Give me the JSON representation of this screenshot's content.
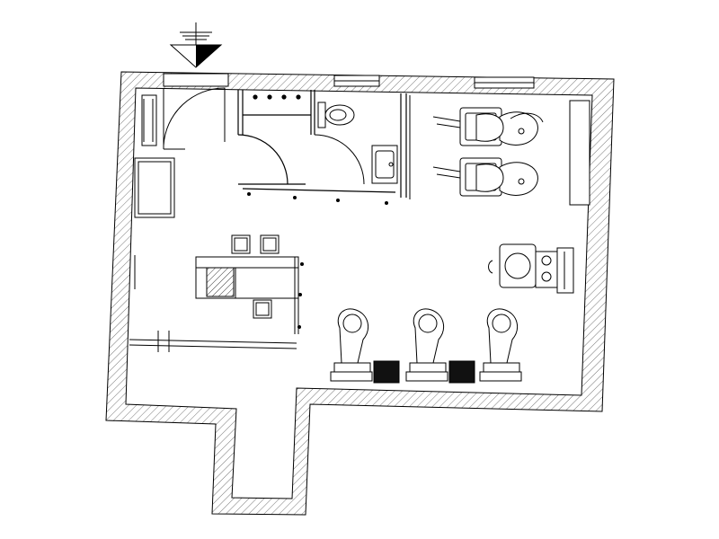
{
  "drawing": {
    "kind": "architectural floor plan",
    "line_color": "#000000",
    "background_color": "#ffffff",
    "hatch_color": "#555555",
    "text_labels": []
  },
  "north_arrow": {
    "icon": "north-arrow-icon"
  },
  "rooms": [
    {
      "id": "entry",
      "icon": "entry-door-icon"
    },
    {
      "id": "storage",
      "icon": "storage-door-icon"
    },
    {
      "id": "wc",
      "icon": "toilet-icon"
    },
    {
      "id": "wash-area",
      "icon": "wash-chair-icon"
    },
    {
      "id": "styling-area",
      "icon": "styling-chair-icon"
    },
    {
      "id": "reception",
      "icon": "reception-desk-icon"
    },
    {
      "id": "back-corridor",
      "icon": "corridor-icon"
    }
  ],
  "furniture": {
    "wash_units": 2,
    "styling_stations": 3,
    "reception_stools": 3,
    "treatment_chair": 1
  }
}
